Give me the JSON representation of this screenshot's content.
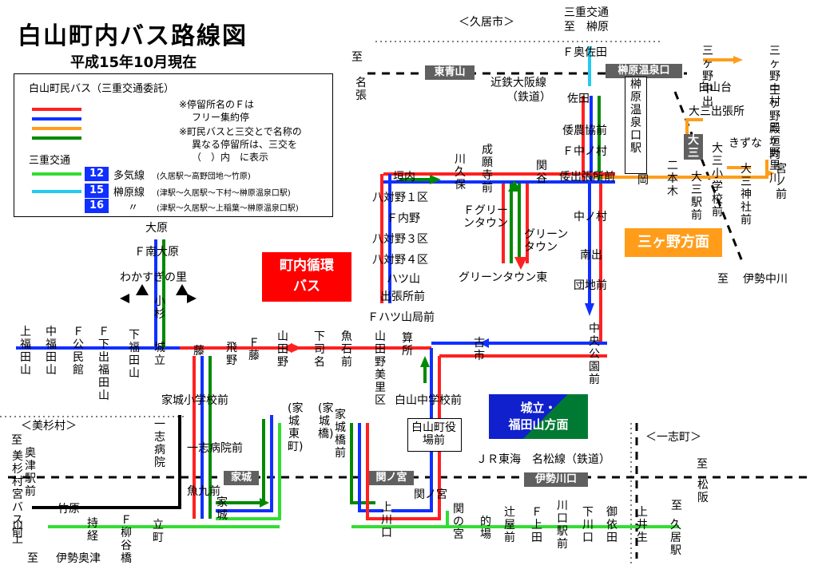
{
  "title": "白山町内バス路線図",
  "subtitle": "平成15年10月現在",
  "colors": {
    "red": "#ff2020",
    "blue": "#1030ff",
    "orange": "#ff9d1a",
    "dgreen": "#008a00",
    "lgreen": "#33dd33",
    "cyan": "#22ccee",
    "badge": "#606060"
  },
  "legend": {
    "town_bus": "白山町民バス（三重交通委託）",
    "notes": [
      "※停留所名のＦは",
      "フリー集約停",
      "※町民バスと三交とで名称の",
      "異なる停留所は、三交を",
      "（　）内　に表示"
    ],
    "sanko": "三重交通",
    "routes": [
      {
        "num": "12",
        "name": "多気線",
        "desc": "(久居駅～高野団地～竹原)"
      },
      {
        "num": "15",
        "name": "榊原線",
        "desc": "(津駅～久居駅～下村～榊原温泉口駅)"
      },
      {
        "num": "16",
        "name": "〃",
        "desc": "(津駅～久居駅～上稲葉～榊原温泉口駅)"
      }
    ]
  },
  "areas": {
    "junkan": "町内循環\nバス",
    "sangano": "三ヶ野方面",
    "shirodate_a": "城立・",
    "shirodate_b": "福田山方面"
  },
  "railways": {
    "kintetsu": "近鉄大阪線",
    "kintetsu_sub": "（鉄道）",
    "jr": "ＪＲ東海　名松線（鉄道）"
  },
  "stations": {
    "higashiaoyama": "東青山",
    "sakakibara": "榊原温泉口",
    "kaijo": "家城",
    "sekinomiya": "関ノ宮",
    "iseikawaguchi": "伊勢川口",
    "sanshutsu": "大三",
    "sakakibara_v": "榊原温泉口駅"
  },
  "places": {
    "hisai_city": "＜久居市＞",
    "misugi": "＜美杉村＞",
    "ichishi": "＜一志町＞",
    "sanko_top": "三重交通",
    "sanko_top2": "至　榊原"
  },
  "labels": {
    "to": "至",
    "nabari": "名張",
    "shuku_saida": "Ｆ奥佐田",
    "saida": "佐田",
    "wakinoukyo": "倭農協前",
    "f_nakamura": "Ｆ中ノ村",
    "wa_shucchojo": "倭出張所前",
    "oka": "岡",
    "nihonki": "二本木",
    "nakamura": "中ノ村",
    "minamide": "南出",
    "danchimae": "団地前",
    "chuo_koen": "中央公園前",
    "kaki": "垣内",
    "kawa_kubo": "川久保",
    "seiganji": "成願寺前",
    "sekiya": "関谷",
    "hattsuno1": "八対野１区",
    "f_uchino": "Ｆ内野",
    "hattsuno3": "八対野３区",
    "hattsuno4": "八対野４区",
    "hattsuyama": "ハツ山",
    "shucchojo": "出張所前",
    "f_hattsuyama": "Ｆハツ山局前",
    "f_green": "Ｆグリーンタウン",
    "green": "グリーンタウン",
    "green_east": "グリーンタウン東",
    "ohara": "大原",
    "f_minami_ohara": "Ｆ南大原",
    "wakasugi": "わかすぎの里",
    "kosugi": "小杉",
    "kami_fukutayama": "上福田山",
    "naka_fukutayama": "中福田山",
    "f_koumin": "Ｆ公民館",
    "f_shimode": "Ｆ下出福田山",
    "shimo_fukuta": "下福田山",
    "shirodate": "城立",
    "fuji": "藤",
    "hirano": "飛野",
    "f_fuji": "Ｆ藤",
    "yamadano": "山田野",
    "shimozukasa": "下司名",
    "uoishi": "魚石前",
    "yamadano_bi": "山田野美里区",
    "sanjo": "算所",
    "komaichi": "古市",
    "shugakkou": "家城小学校前",
    "ichishi_hosp": "一志病院",
    "ichishi_hosp_mae": "一志病院前",
    "uokyu": "魚九前",
    "kaijo_st": "家城",
    "kaijo_higashi": "(家城東町)",
    "kaijo_bashi": "(家城橋)",
    "kaijo_bashi_mae": "家城橋前",
    "hakusan_chu": "白山中学校前",
    "yakuba": "白山町役場前",
    "sekinomiya_b": "関ノ宮",
    "kamikawaguchi": "上川口",
    "sekinomiya_s": "関の宮",
    "hokaba": "的場",
    "tsujiya": "辻屋前",
    "f_kamida": "Ｆ上田",
    "kawaguchi_eki": "川口駅前",
    "shimokawaguchi": "下川口",
    "goshoden": "御依田",
    "kamiisei": "上井生",
    "hisai_st": "久居駅",
    "sangano_naka": "三ヶ野中出",
    "sangano_nakamura": "三ヶ野中村",
    "hakusandai": "白山台",
    "daisan_shucchojo": "大三出張所",
    "sangano_tonowaki": "三ヶ野殿垣内",
    "sangano_sato": "三ヶ野里川",
    "kizuna": "きずな",
    "ni_sho": "大三小学校前",
    "sanjin": "大三神社前",
    "daisanst": "大三駅前",
    "miyano": "宮ノ前",
    "ise_nakagawa": "伊勢中川",
    "takehara": "竹原",
    "mochiyoshi": "持経",
    "f_yanagi": "Ｆ柳谷橋",
    "tachimachi": "立町",
    "misugi_st": "美杉村宮バス前",
    "okutsu": "奥津駅前",
    "kawakami": "川上",
    "ise_okutsu": "伊勢奥津",
    "matsusaka": "松阪",
    "hisai": "久居駅"
  }
}
